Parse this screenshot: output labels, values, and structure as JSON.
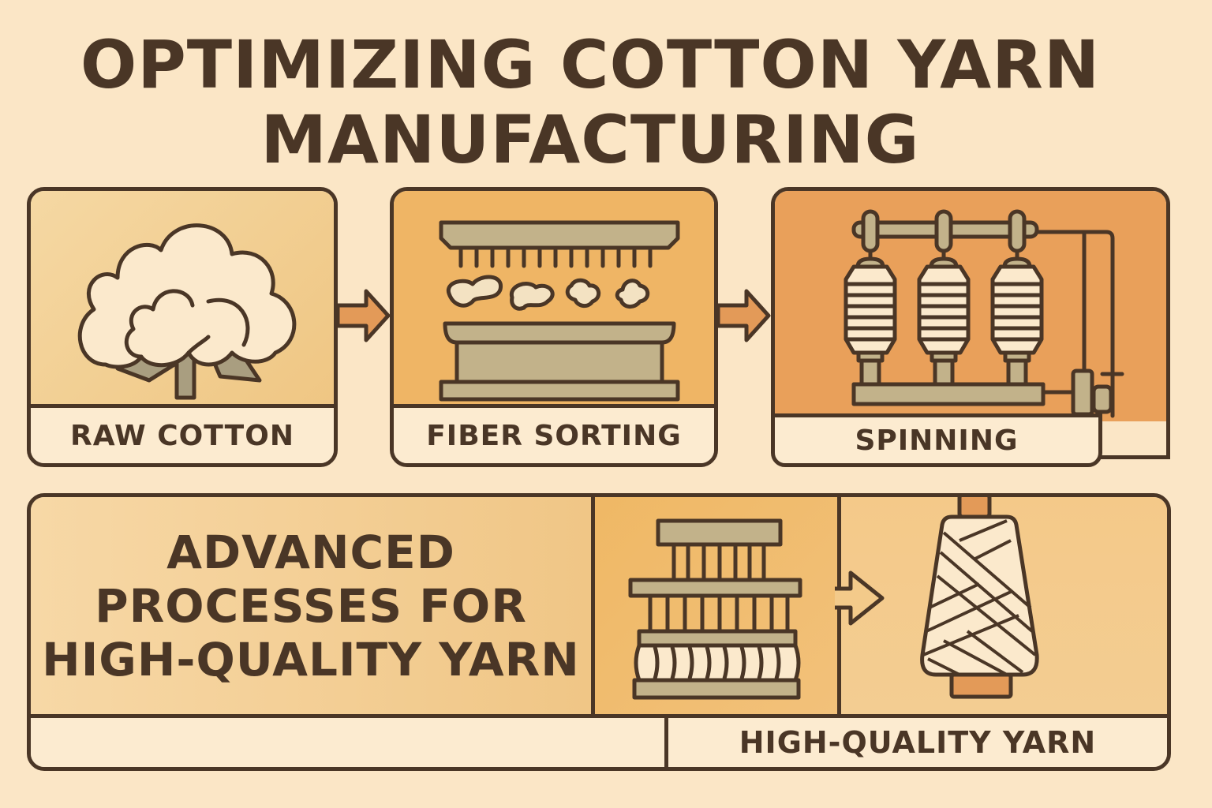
{
  "title": {
    "line1": "OPTIMIZING COTTON YARN",
    "line2": "MANUFACTURING"
  },
  "steps": [
    {
      "label": "RAW COTTON",
      "icon": "cotton-boll-icon"
    },
    {
      "label": "FIBER SORTING",
      "icon": "fiber-sorting-machine-icon"
    },
    {
      "label": "SPINNING",
      "icon": "spinning-frame-icon"
    }
  ],
  "bottom": {
    "heading_lines": [
      "ADVANCED",
      "PROCESSES FOR",
      "HIGH-QUALITY YARN"
    ],
    "loom_icon": "loom-icon",
    "result_icon": "yarn-cone-icon",
    "result_label": "HIGH-QUALITY YARN"
  },
  "colors": {
    "background": "#fbe6c6",
    "outline": "#4a3626",
    "raw_cotton_panel": "#f2cf94",
    "fiber_panel": "#efb565",
    "spinning_panel": "#e9a05a",
    "arrow": "#e39a58",
    "machine_fill": "#c2b28a",
    "cotton_fill": "#fbe9cc"
  }
}
